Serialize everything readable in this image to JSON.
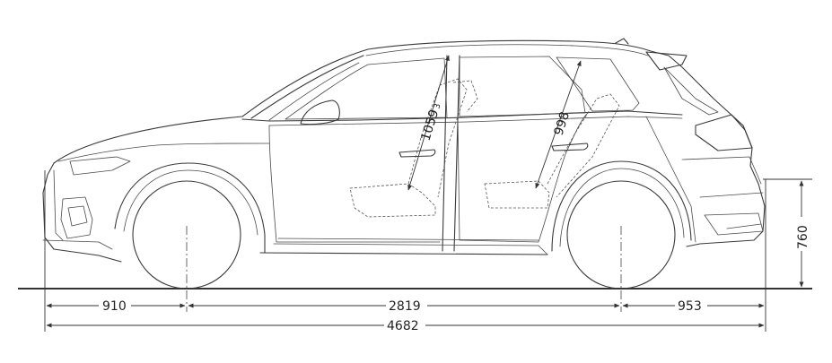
{
  "dimensions": {
    "front_overhang": "910",
    "wheelbase": "2819",
    "rear_overhang": "953",
    "overall_length": "4682",
    "load_sill_height": "760",
    "front_headroom": "1059",
    "front_headroom_note": "3",
    "rear_headroom": "998"
  },
  "colors": {
    "line": "#3a3a3a",
    "background": "#ffffff"
  }
}
